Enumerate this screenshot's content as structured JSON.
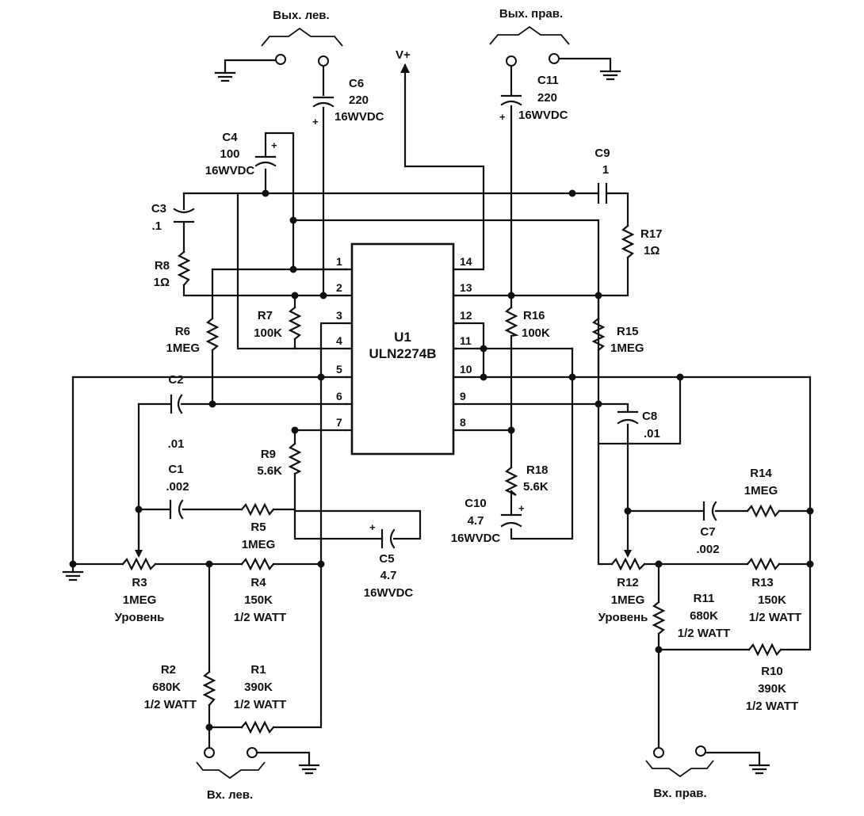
{
  "diagram": {
    "chip": {
      "ref": "U1",
      "part": "ULN2274B"
    },
    "supply_label": "V+",
    "ports": {
      "out_left": "Вых. лев.",
      "out_right": "Вых. прав.",
      "in_left": "Вх. лев.",
      "in_right": "Вх. прав."
    },
    "pins_left": [
      "1",
      "2",
      "3",
      "4",
      "5",
      "6",
      "7"
    ],
    "pins_right": [
      "14",
      "13",
      "12",
      "11",
      "10",
      "9",
      "8"
    ],
    "components": {
      "C1": [
        "C1",
        ".002"
      ],
      "C2": [
        "C2",
        ".01"
      ],
      "C3": [
        "C3",
        ".1"
      ],
      "C4": [
        "C4",
        "100",
        "16WVDC"
      ],
      "C5": [
        "C5",
        "4.7",
        "16WVDC"
      ],
      "C6": [
        "C6",
        "220",
        "16WVDC"
      ],
      "C7": [
        "C7",
        ".002"
      ],
      "C8": [
        "C8",
        ".01"
      ],
      "C9": [
        "C9",
        "1"
      ],
      "C10": [
        "C10",
        "4.7",
        "16WVDC"
      ],
      "C11": [
        "C11",
        "220",
        "16WVDC"
      ],
      "R1": [
        "R1",
        "390K",
        "1/2 WATT"
      ],
      "R2": [
        "R2",
        "680K",
        "1/2 WATT"
      ],
      "R3": [
        "R3",
        "1MEG",
        "Уровень"
      ],
      "R4": [
        "R4",
        "150K",
        "1/2 WATT"
      ],
      "R5": [
        "R5",
        "1MEG"
      ],
      "R6": [
        "R6",
        "1MEG"
      ],
      "R7": [
        "R7",
        "100K"
      ],
      "R8": [
        "R8",
        "1Ω"
      ],
      "R9": [
        "R9",
        "5.6K"
      ],
      "R10": [
        "R10",
        "390K",
        "1/2 WATT"
      ],
      "R11": [
        "R11",
        "680K",
        "1/2 WATT"
      ],
      "R12": [
        "R12",
        "1MEG",
        "Уровень"
      ],
      "R13": [
        "R13",
        "150K",
        "1/2 WATT"
      ],
      "R14": [
        "R14",
        "1MEG"
      ],
      "R15": [
        "R15",
        "1MEG"
      ],
      "R16": [
        "R16",
        "100K"
      ],
      "R17": [
        "R17",
        "1Ω"
      ],
      "R18": [
        "R18",
        "5.6K"
      ]
    }
  }
}
